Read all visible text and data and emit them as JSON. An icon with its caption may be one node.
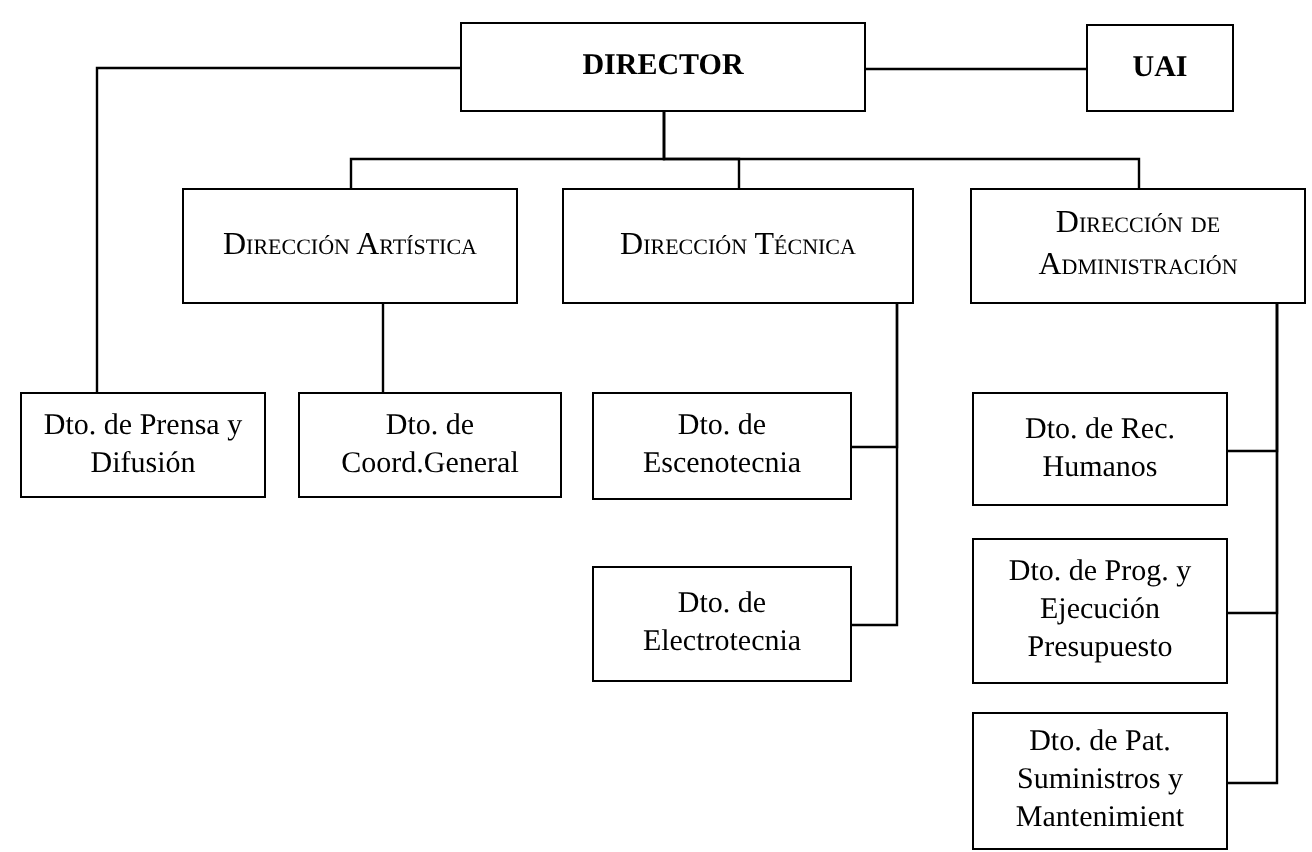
{
  "diagram": {
    "nodes": [
      {
        "text": [
          "DIRECTOR"
        ]
      },
      {
        "text": [
          "UAI"
        ]
      },
      {
        "text": [
          "Dirección Artística"
        ]
      },
      {
        "text": [
          "Dirección Técnica"
        ]
      },
      {
        "text": [
          "Dirección de Administración"
        ]
      },
      {
        "text": [
          "Dto. de Prensa y Difusión"
        ]
      },
      {
        "text": [
          "Dto. de Coord.General"
        ]
      },
      {
        "text": [
          "Dto. de Escenotecnia"
        ]
      },
      {
        "text": [
          "Dto. de Electrotecnia"
        ]
      },
      {
        "text": [
          "Dto. de Rec. Humanos"
        ]
      },
      {
        "text": [
          "Dto. de Prog. y Ejecución Presupuesto"
        ]
      },
      {
        "text": [
          "Dto. de Pat. Suministros y Mantenimient"
        ]
      }
    ],
    "edges": [
      {
        "from": 0,
        "to": 1,
        "arrow": "none"
      },
      {
        "from": 0,
        "to": 5,
        "arrow": "none"
      },
      {
        "from": 0,
        "to": 2,
        "arrow": "none"
      },
      {
        "from": 0,
        "to": 3,
        "arrow": "none"
      },
      {
        "from": 0,
        "to": 4,
        "arrow": "none"
      },
      {
        "from": 2,
        "to": 6,
        "arrow": "none"
      },
      {
        "from": 3,
        "to": 7,
        "arrow": "none"
      },
      {
        "from": 3,
        "to": 8,
        "arrow": "none"
      },
      {
        "from": 4,
        "to": 9,
        "arrow": "none"
      },
      {
        "from": 4,
        "to": 10,
        "arrow": "none"
      },
      {
        "from": 4,
        "to": 11,
        "arrow": "none"
      }
    ]
  }
}
